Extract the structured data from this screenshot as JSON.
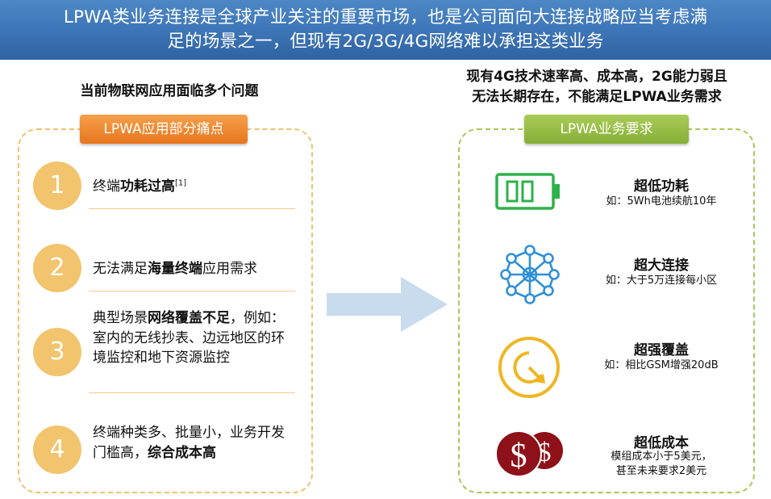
{
  "banner": {
    "line1": "LPWA类业务连接是全球产业关注的重要市场，也是公司面向大连接战略应当考虑满",
    "line2": "足的场景之一，但现有2G/3G/4G网络难以承担这类业务"
  },
  "left": {
    "heading": "当前物联网应用面临多个问题",
    "tab": "LPWA应用部分痛点",
    "items": [
      {
        "num": "1",
        "pre": "终端",
        "bold": "功耗过高",
        "post": "",
        "sup": "[1]"
      },
      {
        "num": "2",
        "pre": "无法满足",
        "bold": "海量终端",
        "post": "应用需求"
      },
      {
        "num": "3",
        "pre": "典型场景",
        "bold": "网络覆盖不足",
        "post": "，例如：室内的无线抄表、边远地区的环境监控和地下资源监控"
      },
      {
        "num": "4",
        "pre": "终端种类多、批量小，业务开发门槛高，",
        "bold": "综合成本高",
        "post": ""
      }
    ]
  },
  "right": {
    "heading_line1": "现有4G技术速率高、成本高，2G能力弱且",
    "heading_line2": "无法长期存在，不能满足LPWA业务需求",
    "tab": "LPWA业务要求",
    "reqs": [
      {
        "title": "超低功耗",
        "sub1": "如：5Wh电池续航10年",
        "sub2": "",
        "icon": "battery-icon"
      },
      {
        "title": "超大连接",
        "sub1": "如：大于5万连接每小区",
        "sub2": "",
        "icon": "network-icon"
      },
      {
        "title": "超强覆盖",
        "sub1": "如：相比GSM增强20dB",
        "sub2": "",
        "icon": "coverage-icon"
      },
      {
        "title": "超低成本",
        "sub1": "模组成本小于5美元，",
        "sub2": "甚至未来要求2美元",
        "icon": "dollar-icon"
      }
    ]
  },
  "colors": {
    "banner": "#3c74b5",
    "orange": "#e6761e",
    "green": "#86ae37",
    "number_circle": "#f2c46e",
    "icon_green": "#2db24a",
    "icon_blue": "#2f8fd8",
    "icon_yellow": "#f0b522",
    "icon_maroon": "#8e1018"
  }
}
